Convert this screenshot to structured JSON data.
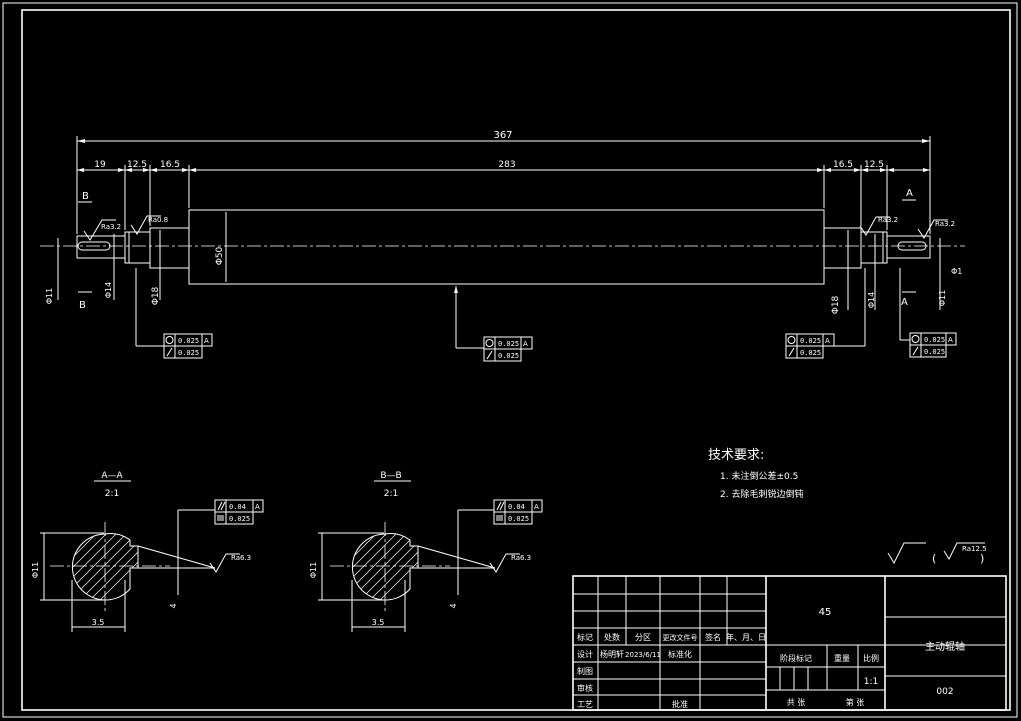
{
  "drawing_title": "主动辊轴",
  "material": "45",
  "drawing_number": "002",
  "scale": "1:1",
  "designer": "杨明轩",
  "design_date": "2023/6/11",
  "standardization": "标准化",
  "dims": {
    "overall_length": "367",
    "left_end": "19",
    "left_step1": "12.5",
    "left_step2": "16.5",
    "body_length": "283",
    "right_step2": "16.5",
    "right_step1": "12.5",
    "body_diameter": "Φ50",
    "journal_diameter": "Φ18",
    "seat_left": "Φ14",
    "seat_right": "Φ14",
    "end_left": "Φ11",
    "end_right": "Φ11",
    "shoulder_right": "Φ1",
    "roughness_left_end": "Ra3.2",
    "roughness_left_seat": "Ra0.8",
    "roughness_right_seat": "Ra3.2",
    "roughness_right_end": "Ra3.2"
  },
  "tolerances": {
    "left_coax": "0.025",
    "left_runout": "0.025",
    "center_coax": "0.025",
    "center_runout": "0.025",
    "right_coax": "0.025",
    "right_runout": "0.025",
    "end_right_coax": "0.025",
    "end_right_runout": "0.025",
    "datum": "A"
  },
  "sections": {
    "aa_label": "A—A",
    "aa_scale": "2:1",
    "bb_label": "B—B",
    "bb_scale": "2:1",
    "diameter": "Φ11",
    "width": "3.5",
    "depth": "4",
    "roughness": "Ra6.3",
    "parallel_tol": "0.04",
    "symmetry_tol": "0.025",
    "datum": "A"
  },
  "tech_requirements": {
    "heading": "技术要求:",
    "items": [
      "1. 未注倒公差±0.5",
      "2. 去除毛刺锐边倒钝"
    ]
  },
  "surface_general": "Ra12.5",
  "view_labels": {
    "a": "A",
    "b": "B"
  },
  "title_block": {
    "row_headers": [
      "标记",
      "处数",
      "分区",
      "更改文件号",
      "签名",
      "年、月、日"
    ],
    "design_label": "设计",
    "draw_label": "制图",
    "review_label": "审核",
    "process_label": "工艺",
    "approve_label": "批准",
    "stage_label": "阶段标记",
    "weight_label": "重量",
    "scale_label": "比例",
    "sheets_label": "共  张",
    "sheet_label": "第  张"
  }
}
